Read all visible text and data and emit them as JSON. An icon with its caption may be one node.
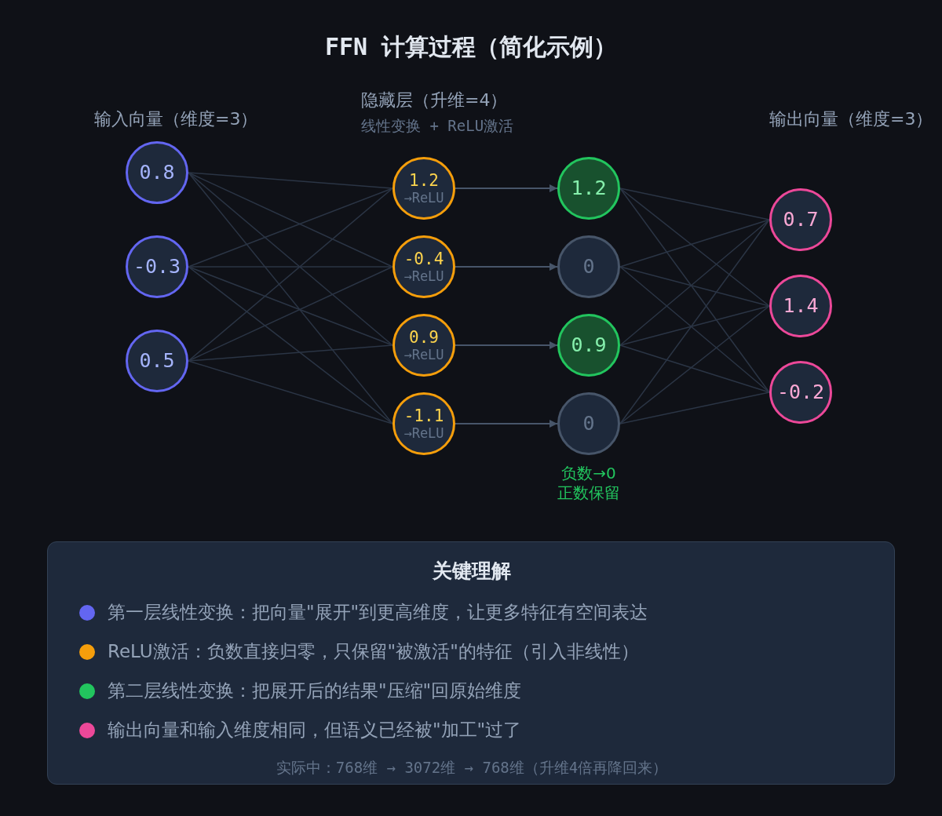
{
  "diagram": {
    "title": "FFN 计算过程（简化示例）",
    "nodes": [
      {
        "text": [
          "0.8"
        ]
      },
      {
        "text": [
          "-0.3"
        ]
      },
      {
        "text": [
          "0.5"
        ]
      },
      {
        "text": [
          "1.2",
          "→ReLU"
        ]
      },
      {
        "text": [
          "-0.4",
          "→ReLU"
        ]
      },
      {
        "text": [
          "0.9",
          "→ReLU"
        ]
      },
      {
        "text": [
          "-1.1",
          "→ReLU"
        ]
      },
      {
        "text": [
          "1.2"
        ]
      },
      {
        "text": [
          "0"
        ]
      },
      {
        "text": [
          "0.9"
        ]
      },
      {
        "text": [
          "0"
        ]
      },
      {
        "text": [
          "0.7"
        ]
      },
      {
        "text": [
          "1.4"
        ]
      },
      {
        "text": [
          "-0.2"
        ]
      },
      {
        "text": [
          "关键理解",
          "实际中：768维 → 3072维 → 768维（升维4倍再降回来）"
        ]
      }
    ],
    "edges": [
      {
        "from": 0,
        "to": 3,
        "arrow": "none"
      },
      {
        "from": 0,
        "to": 4,
        "arrow": "none"
      },
      {
        "from": 0,
        "to": 5,
        "arrow": "none"
      },
      {
        "from": 0,
        "to": 6,
        "arrow": "none"
      },
      {
        "from": 1,
        "to": 3,
        "arrow": "none"
      },
      {
        "from": 1,
        "to": 4,
        "arrow": "none"
      },
      {
        "from": 1,
        "to": 5,
        "arrow": "none"
      },
      {
        "from": 1,
        "to": 6,
        "arrow": "none"
      },
      {
        "from": 2,
        "to": 3,
        "arrow": "none"
      },
      {
        "from": 2,
        "to": 4,
        "arrow": "none"
      },
      {
        "from": 2,
        "to": 5,
        "arrow": "none"
      },
      {
        "from": 2,
        "to": 6,
        "arrow": "none"
      },
      {
        "from": 3,
        "to": 7,
        "arrow": "to",
        "color": "#475569"
      },
      {
        "from": 4,
        "to": 8,
        "arrow": "to",
        "color": "#475569"
      },
      {
        "from": 5,
        "to": 9,
        "arrow": "to",
        "color": "#475569"
      },
      {
        "from": 6,
        "to": 10,
        "arrow": "to",
        "color": "#475569"
      },
      {
        "from": 7,
        "to": 11,
        "arrow": "none"
      },
      {
        "from": 7,
        "to": 12,
        "arrow": "none"
      },
      {
        "from": 7,
        "to": 13,
        "arrow": "none"
      },
      {
        "from": 8,
        "to": 11,
        "arrow": "none"
      },
      {
        "from": 8,
        "to": 12,
        "arrow": "none"
      },
      {
        "from": 8,
        "to": 13,
        "arrow": "none"
      },
      {
        "from": 9,
        "to": 11,
        "arrow": "none"
      },
      {
        "from": 9,
        "to": 12,
        "arrow": "none"
      },
      {
        "from": 9,
        "to": 13,
        "arrow": "none"
      },
      {
        "from": 10,
        "to": 11,
        "arrow": "none"
      },
      {
        "from": 10,
        "to": 12,
        "arrow": "none"
      },
      {
        "from": 10,
        "to": 13,
        "arrow": "none"
      }
    ],
    "labels": [
      "输入向量（维度=3）",
      "隐藏层（升维=4）",
      "线性变换 + ReLU激活",
      "输出向量（维度=3）",
      "负数→0",
      "正数保留"
    ],
    "legend": [
      {
        "text": "第一层线性变换：把向量\"展开\"到更高维度，让更多特征有空间表达",
        "color": "#6366f1"
      },
      {
        "text": "ReLU激活：负数直接归零，只保留\"被激活\"的特征（引入非线性）",
        "color": "#f59e0b"
      },
      {
        "text": "第二层线性变换：把展开后的结果\"压缩\"回原始维度",
        "color": "#22c55e"
      },
      {
        "text": "输出向量和输入维度相同，但语义已经被\"加工\"过了",
        "color": "#ec4899"
      }
    ]
  }
}
